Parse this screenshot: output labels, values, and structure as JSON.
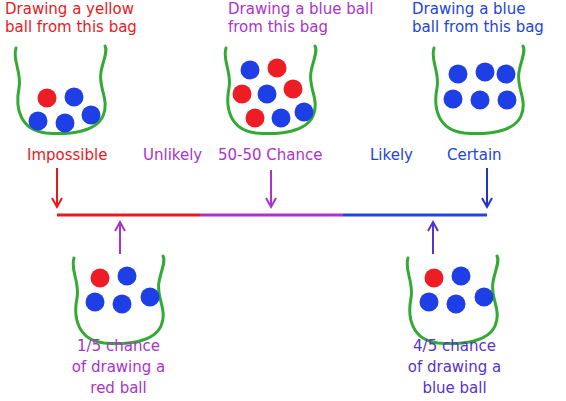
{
  "diagram": {
    "nodes": [
      {
        "text": [
          "Drawing a yellow ball from this bag"
        ]
      },
      {
        "text": [
          "Drawing a blue ball from this bag"
        ]
      },
      {
        "text": [
          "Drawing a blue ball from this bag"
        ]
      },
      {
        "text": [
          "1/5 chance of drawing a red ball"
        ]
      },
      {
        "text": [
          "4/5 chance of drawing a blue ball"
        ]
      }
    ],
    "labels": [
      "Impossible",
      "Unlikely",
      "50-50 Chance",
      "Likely",
      "Certain"
    ]
  }
}
